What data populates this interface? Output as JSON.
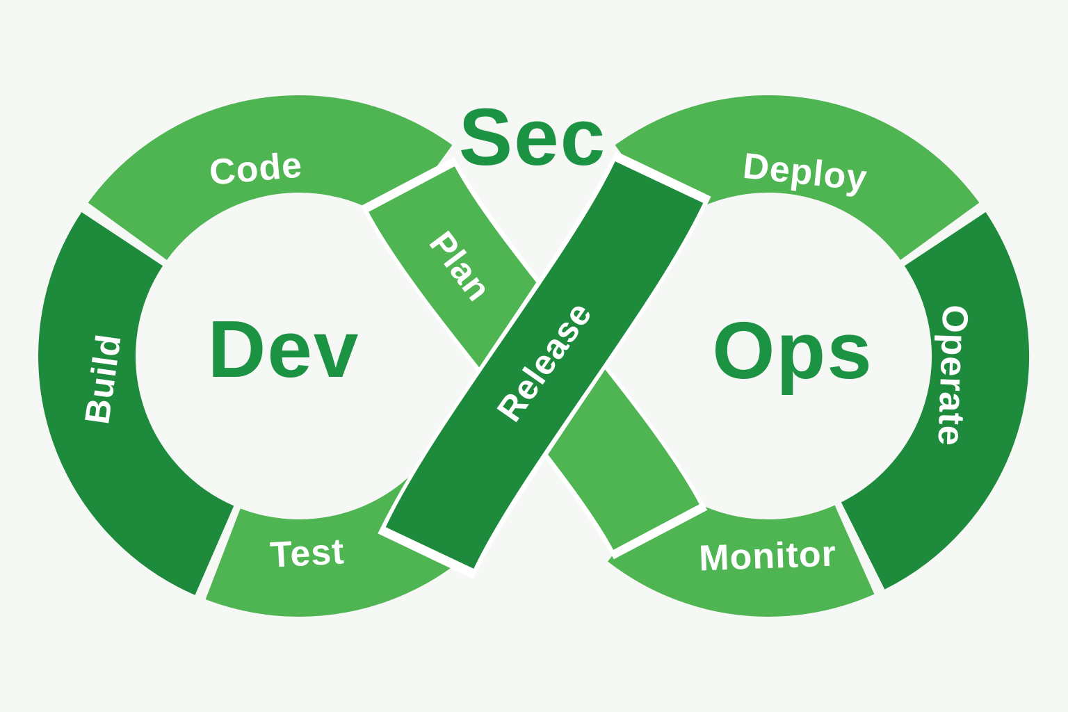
{
  "diagram": {
    "type": "devsecops-infinity-loop",
    "center_labels": {
      "left": "Dev",
      "top": "Sec",
      "right": "Ops"
    },
    "stages": [
      {
        "label": "Code",
        "tone": "light"
      },
      {
        "label": "Build",
        "tone": "dark"
      },
      {
        "label": "Test",
        "tone": "light"
      },
      {
        "label": "Plan",
        "tone": "light"
      },
      {
        "label": "Release",
        "tone": "dark"
      },
      {
        "label": "Deploy",
        "tone": "light"
      },
      {
        "label": "Operate",
        "tone": "dark"
      },
      {
        "label": "Monitor",
        "tone": "light"
      }
    ],
    "colors": {
      "light_green": "#4fb452",
      "dark_green": "#1e8a3c",
      "stage_text": "#ffffff",
      "center_text": "#1c9343",
      "separator": "#ffffff",
      "background": "#f6f8f5"
    }
  }
}
